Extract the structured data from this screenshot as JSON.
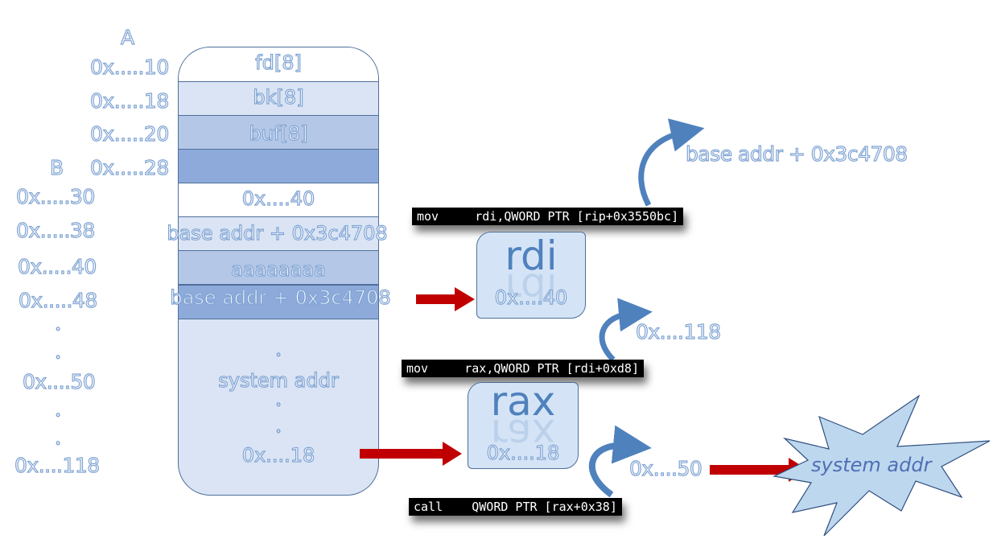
{
  "left_labels": {
    "marker_a": "A",
    "marker_b": "B",
    "addresses_a": [
      "0x.....10",
      "0x.....18",
      "0x.....20",
      "0x.....28"
    ],
    "addresses_b": [
      "0x.....30",
      "0x.....38",
      "0x.....40",
      "0x.....48"
    ],
    "addr_50": "0x....50",
    "addr_118": "0x....118",
    "ellipsis_dot": "◦"
  },
  "chunk": {
    "cells": [
      {
        "label": "fd[8]"
      },
      {
        "label": "bk[8]"
      },
      {
        "label": "buf[8]"
      },
      {
        "label": ""
      },
      {
        "label": "0x....40"
      },
      {
        "label": "base addr + 0x3c4708"
      },
      {
        "label": "aaaaaaaa"
      },
      {
        "label": "base addr + 0x3c4708"
      }
    ],
    "lower_label": "system addr",
    "lower_value": "0x....18",
    "ellipsis_dot": "◦",
    "colors": {
      "white": "#ffffff",
      "light": "#dae4f4",
      "mid": "#b4c7e7",
      "dark": "#8eaadb",
      "border": "#4e6f9a"
    }
  },
  "instructions": [
    {
      "text": "mov     rdi,QWORD PTR [rip+0x3550bc]"
    },
    {
      "text": "mov     rax,QWORD PTR [rdi+0xd8]"
    },
    {
      "text": "call    QWORD PTR [rax+0x38]"
    }
  ],
  "registers": [
    {
      "name": "rdi",
      "value": "0x....40"
    },
    {
      "name": "rax",
      "value": "0x....18"
    }
  ],
  "annotations": {
    "rip_target": "base addr + 0x3c4708",
    "rdi_target": "0x....118",
    "rax_target": "0x....50"
  },
  "result": {
    "label": "system addr",
    "fill": "#bdd7ee"
  },
  "colors": {
    "arrow_red": "#c00000",
    "curve_blue": "#4f81bd",
    "outline_blue": "#7fa3d3"
  }
}
